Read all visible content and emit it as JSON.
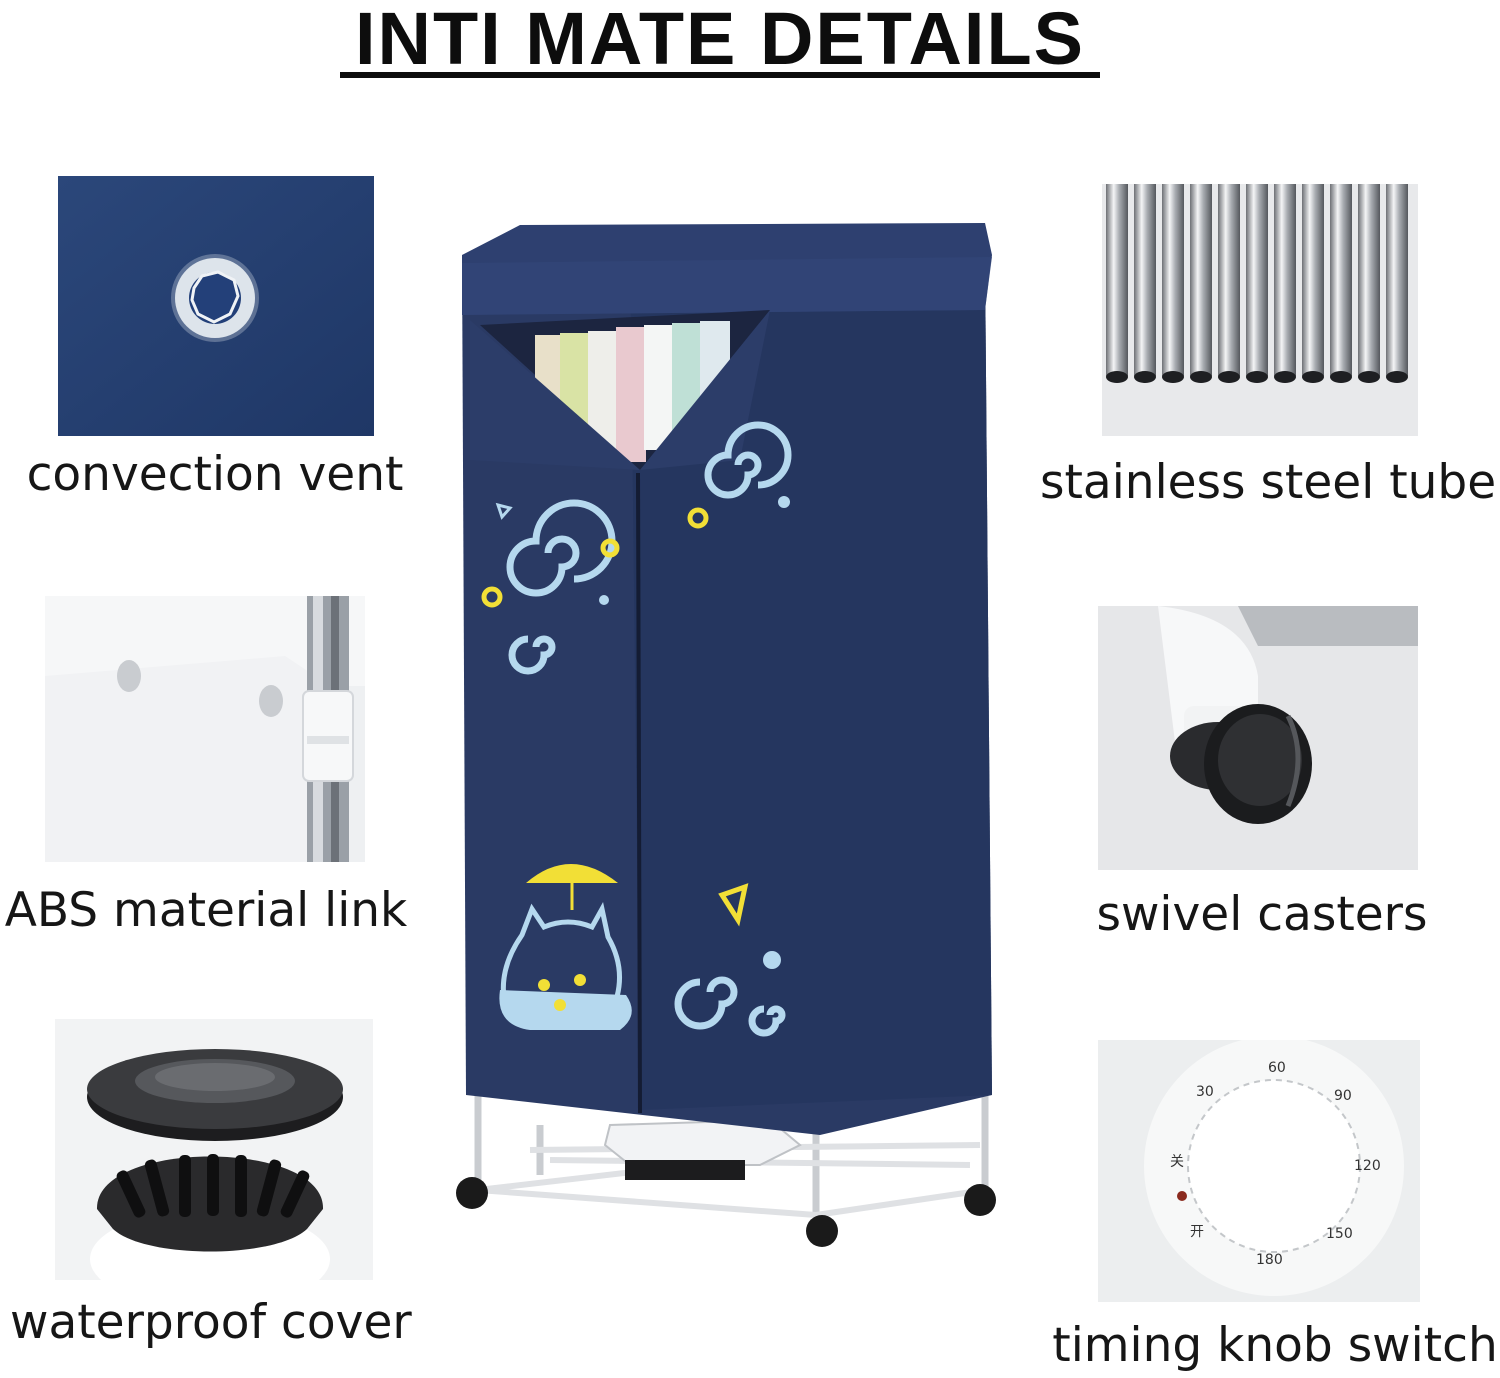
{
  "title": "INTI MATE DETAILS",
  "features": {
    "convection_vent": "convection vent",
    "abs_link": "ABS material link",
    "waterproof_cover": "waterproof cover",
    "steel_tube": "stainless steel tube",
    "casters": "swivel casters",
    "timer": "timing knob switch"
  },
  "timer_dial": {
    "marks": [
      "60",
      "90",
      "120",
      "150",
      "180",
      "30"
    ],
    "off_label": "关",
    "on_label": "开"
  },
  "colors": {
    "cover_blue": "#27375f",
    "accent_yellow": "#f2df36",
    "accent_light_blue": "#b5d8ee"
  }
}
